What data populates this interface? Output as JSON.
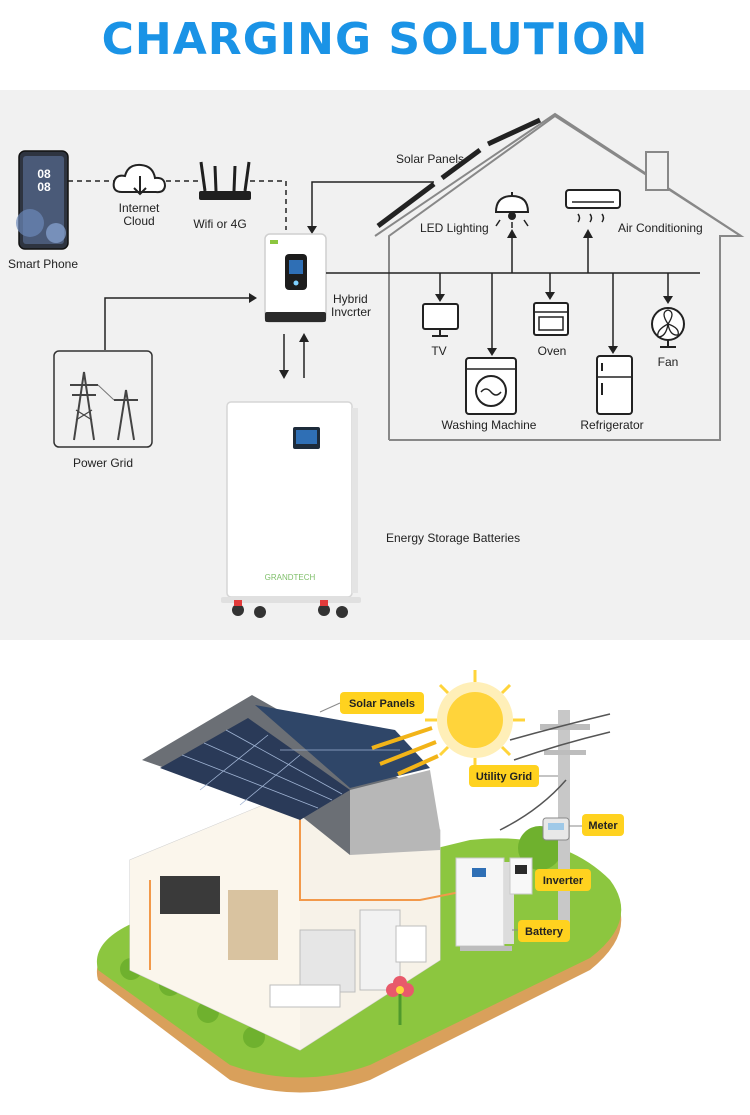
{
  "title": "CHARGING SOLUTION",
  "colors": {
    "title_blue": "#1a93e6",
    "diagram_bg": "#f1f1f1",
    "tag_yellow": "#ffd21f",
    "sun": "#ffd43b",
    "grass": "#8cc63f",
    "wire_orange": "#f2994a"
  },
  "top_diagram": {
    "smart_phone": {
      "label": "Smart Phone",
      "time_hours": "08",
      "time_minutes": "08"
    },
    "internet_cloud": {
      "label_line1": "Internet",
      "label_line2": "Cloud"
    },
    "router": {
      "label": "Wifi or 4G"
    },
    "hybrid_inverter": {
      "label_line1": "Hybrid",
      "label_line2": "Invcrter"
    },
    "power_grid": {
      "label": "Power Grid"
    },
    "battery": {
      "label": "Energy Storage Batteries",
      "brand": "GRANDTECH"
    },
    "solar_panels": {
      "label": "Solar Panels"
    },
    "appliances": [
      {
        "name": "led-lighting",
        "label": "LED Lighting"
      },
      {
        "name": "air-conditioning",
        "label": "Air Conditioning"
      },
      {
        "name": "tv",
        "label": "TV"
      },
      {
        "name": "oven",
        "label": "Oven"
      },
      {
        "name": "fan",
        "label": "Fan"
      },
      {
        "name": "washing-machine",
        "label": "Washing Machine"
      },
      {
        "name": "refrigerator",
        "label": "Refrigerator"
      }
    ]
  },
  "bottom_illustration": {
    "tags": {
      "solar_panels": "Solar Panels",
      "utility_grid": "Utility Grid",
      "meter": "Meter",
      "inverter": "Inverter",
      "battery": "Battery"
    }
  }
}
